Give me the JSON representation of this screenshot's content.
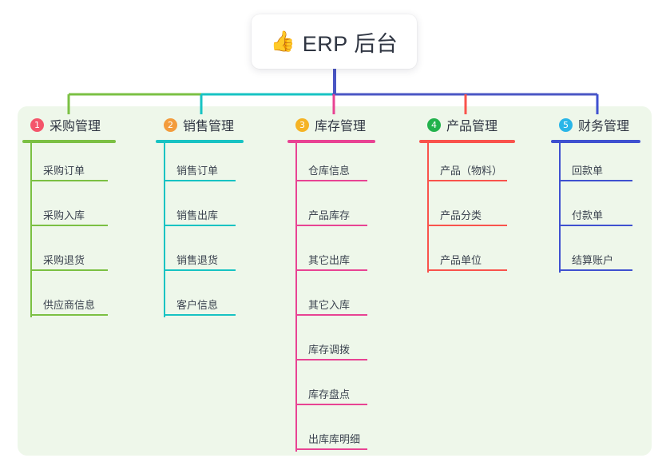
{
  "diagram": {
    "title": {
      "icon": "thumbs-up-icon",
      "emoji": "👍",
      "text": "ERP 后台"
    },
    "panel_color": "#eef7ea",
    "trunk_color": "#4a56c4",
    "branches": [
      {
        "index": "1",
        "badge_color": "#f4556b",
        "color": "#7bc043",
        "label": "采购管理",
        "items": [
          "采购订单",
          "采购入库",
          "采购退货",
          "供应商信息"
        ]
      },
      {
        "index": "2",
        "badge_color": "#f39c3d",
        "color": "#17c3c3",
        "label": "销售管理",
        "items": [
          "销售订单",
          "销售出库",
          "销售退货",
          "客户信息"
        ]
      },
      {
        "index": "3",
        "badge_color": "#f5b324",
        "color": "#e84393",
        "label": "库存管理",
        "items": [
          "仓库信息",
          "产品库存",
          "其它出库",
          "其它入库",
          "库存调拨",
          "库存盘点",
          "出库库明细"
        ]
      },
      {
        "index": "4",
        "badge_color": "#22b24c",
        "color": "#f9534c",
        "label": "产品管理",
        "items": [
          "产品（物料）",
          "产品分类",
          "产品单位"
        ]
      },
      {
        "index": "5",
        "badge_color": "#29b6e8",
        "color": "#3f51d0",
        "label": "财务管理",
        "items": [
          "回款单",
          "付款单",
          "结算账户"
        ]
      }
    ]
  }
}
